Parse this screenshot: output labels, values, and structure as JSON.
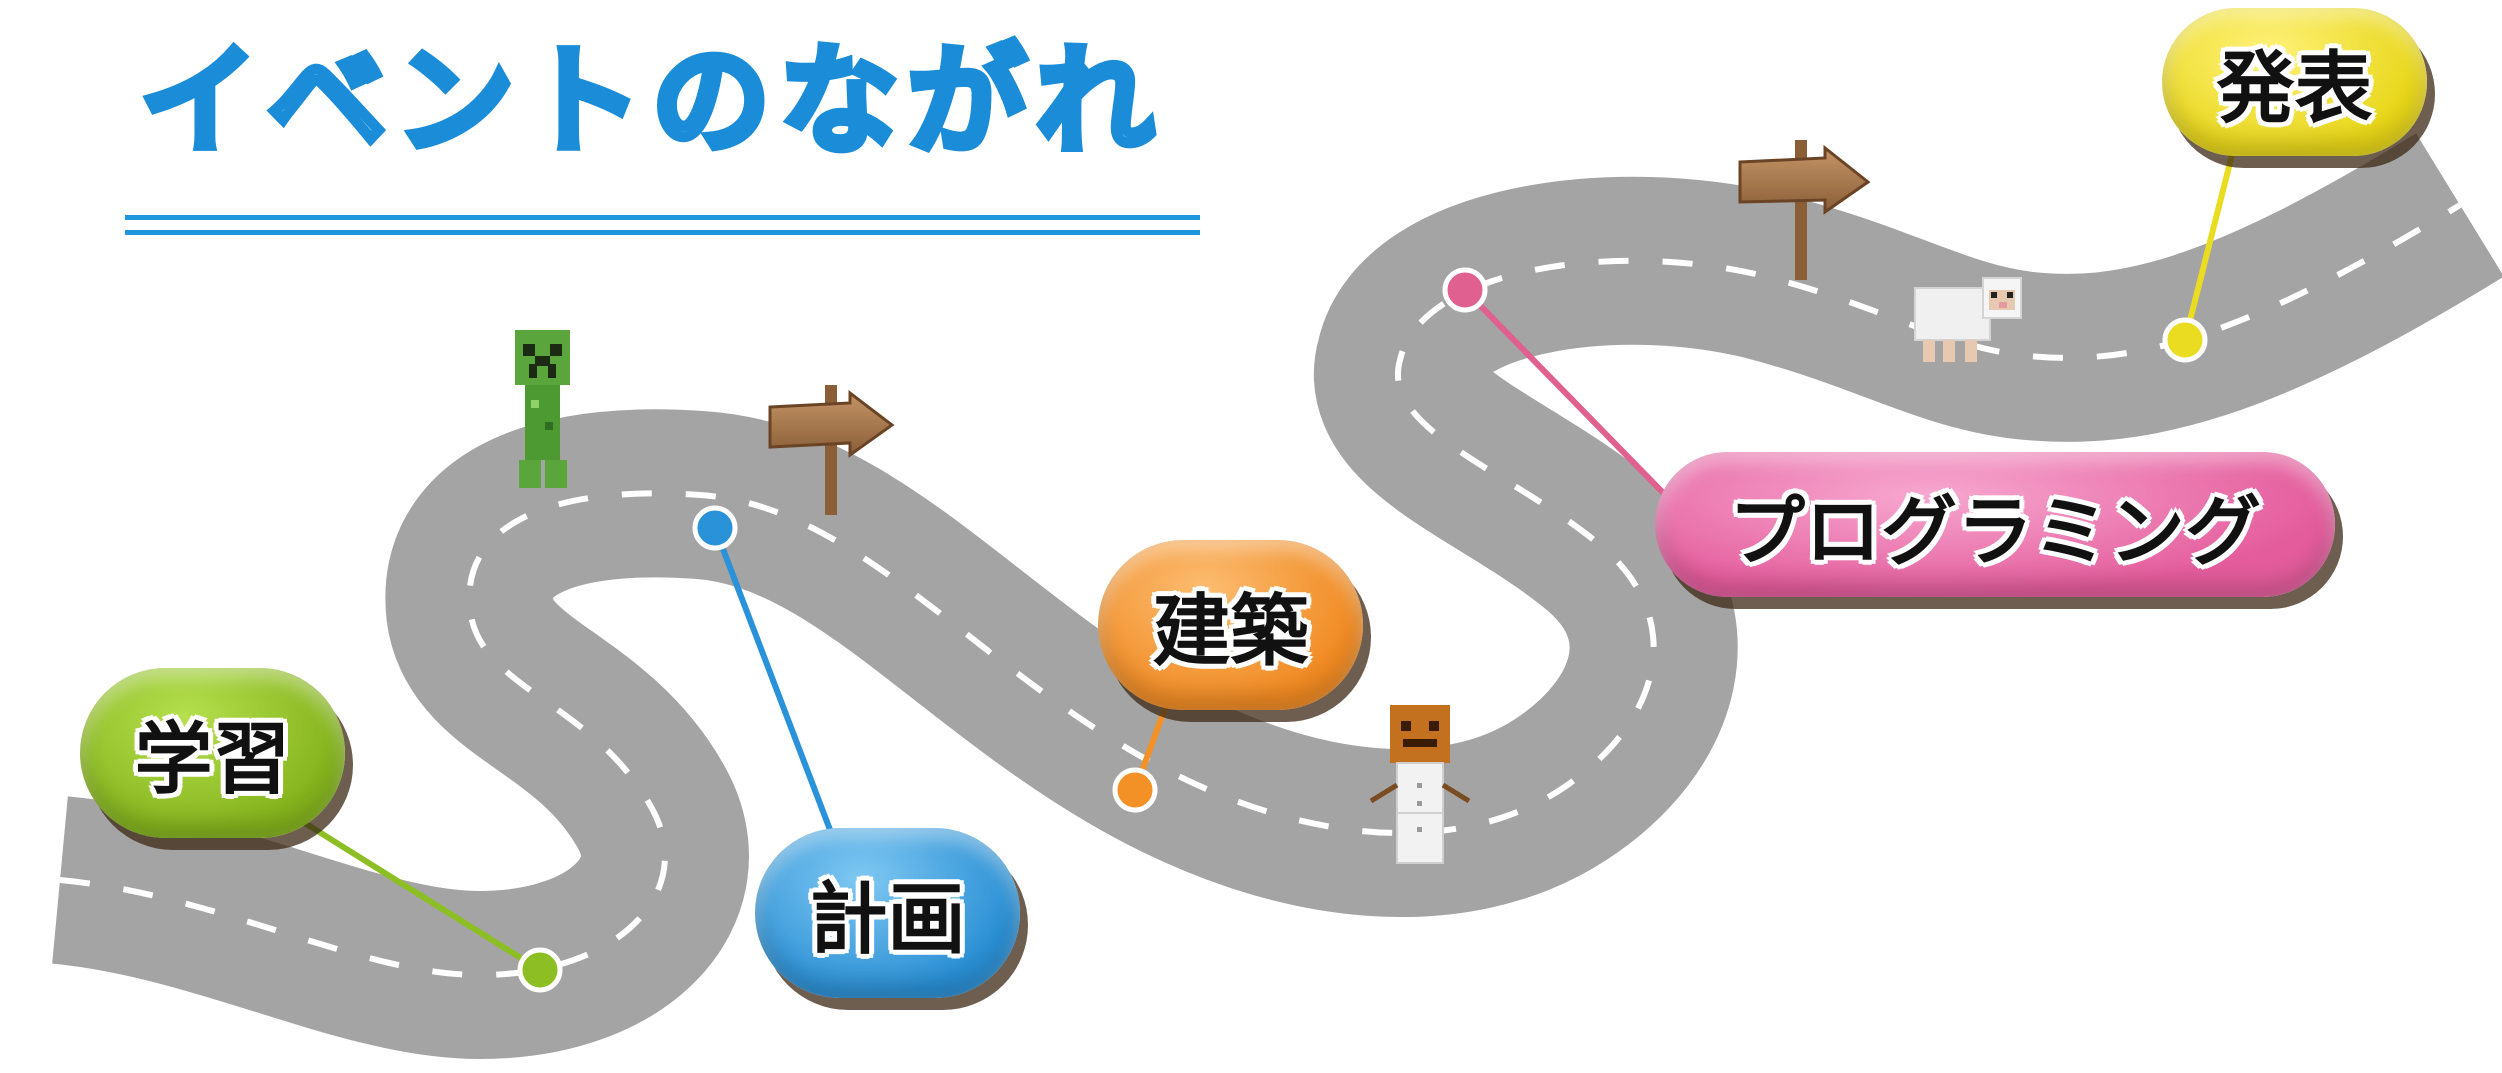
{
  "title": "イベントのながれ",
  "stages": [
    {
      "label": "学習",
      "color": "#8dbe24"
    },
    {
      "label": "計画",
      "color": "#2a92d8"
    },
    {
      "label": "建築",
      "color": "#f39127"
    },
    {
      "label": "プログラミング",
      "color": "#e0608f"
    },
    {
      "label": "発表",
      "color": "#eadc20"
    }
  ],
  "icons": [
    "creeper-icon",
    "signpost-icon",
    "snow-golem-icon",
    "sheep-icon"
  ],
  "colors": {
    "road": "#a4a4a4",
    "road_dash": "#ffffff",
    "title_fill": "#7ec8f2",
    "title_stroke": "#1a8cd8",
    "sign_wood": "#a8794a"
  }
}
